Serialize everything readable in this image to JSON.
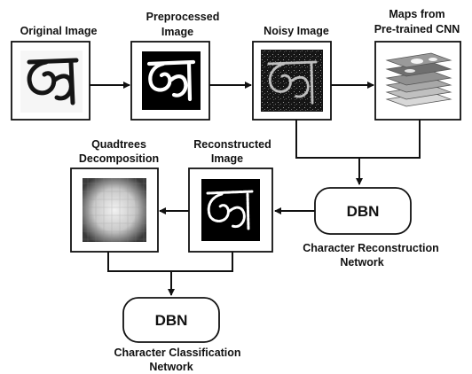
{
  "diagram": {
    "labels": {
      "original": "Original Image",
      "preprocessed": [
        "Preprocessed",
        "Image"
      ],
      "noisy": "Noisy Image",
      "maps": [
        "Maps from",
        "Pre-trained CNN"
      ],
      "quadtrees": [
        "Quadtrees",
        "Decomposition"
      ],
      "reconstructed": [
        "Reconstructed",
        "Image"
      ],
      "reconstruction_net": [
        "Character Reconstruction",
        "Network"
      ],
      "classification_net": [
        "Character Classification",
        "Network"
      ]
    },
    "dbn_top": "DBN",
    "dbn_bottom": "DBN"
  }
}
